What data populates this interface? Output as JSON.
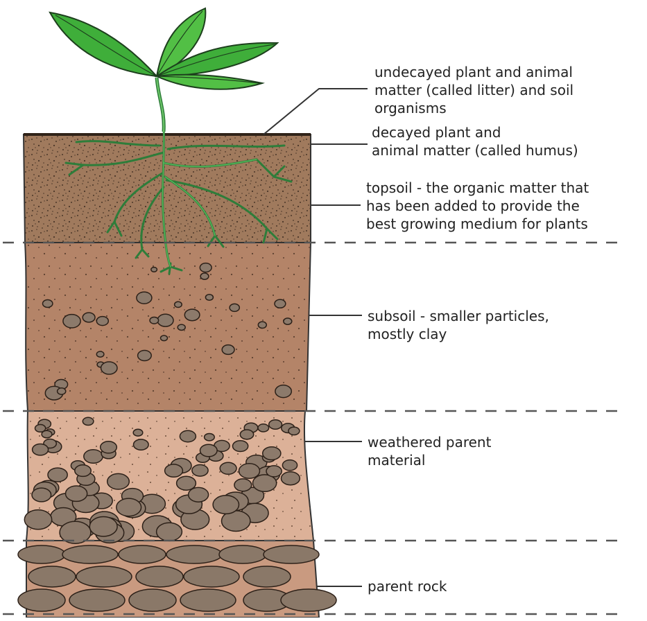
{
  "colors": {
    "topsoil": "#a07a5d",
    "subsoil": "#b48468",
    "weathered": "#dcb198",
    "rock_band": "#c99a80",
    "pebble": "#8c7a6b",
    "rock": "#8a7868",
    "leaf": "#3fae3a",
    "root": "#3b9a4a",
    "line": "#333333",
    "dash": "#555555"
  },
  "labels": {
    "litter": [
      "undecayed plant and animal",
      "matter (called litter) and soil",
      "organisms"
    ],
    "humus": [
      "decayed plant and",
      "animal matter (called humus)"
    ],
    "topsoil": [
      "topsoil - the organic matter that",
      "has been added to provide the",
      "best growing medium for plants"
    ],
    "subsoil": [
      "subsoil - smaller particles,",
      "mostly clay"
    ],
    "weathered": [
      "weathered parent",
      "material"
    ],
    "rock": [
      "parent rock"
    ]
  },
  "icons": [
    "plant-icon",
    "roots-icon"
  ]
}
